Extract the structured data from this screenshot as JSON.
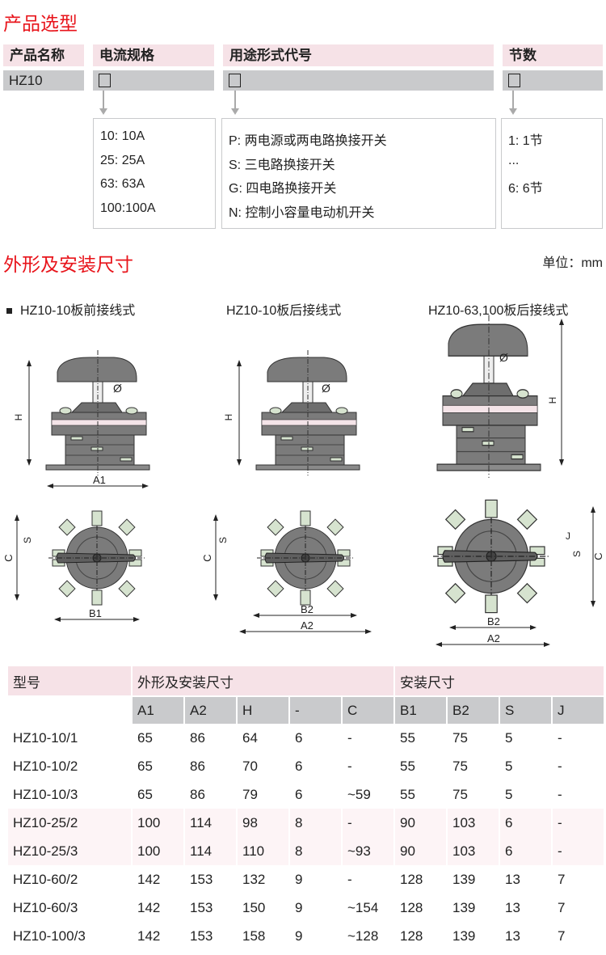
{
  "selection": {
    "title": "产品选型",
    "columns": [
      {
        "header": "产品名称",
        "value": "HZ10"
      },
      {
        "header": "电流规格",
        "value": "□",
        "options": [
          "10:  10A",
          "25:  25A",
          "63:  63A",
          "100:100A"
        ]
      },
      {
        "header": "用途形式代号",
        "value": "□",
        "options": [
          "P:  两电源或两电路换接开关",
          "S:  三电路换接开关",
          "G:  四电路换接开关",
          "N:  控制小容量电动机开关"
        ]
      },
      {
        "header": "节数",
        "value": "□",
        "options": [
          "1:  1节",
          "...",
          "6:  6节"
        ]
      }
    ]
  },
  "dimensions": {
    "title": "外形及安装尺寸",
    "unit": "单位：mm",
    "drawings": [
      {
        "caption": "HZ10-10板前接线式",
        "labels": {
          "h": "H",
          "d": "Ø",
          "a": "A1",
          "c": "C",
          "s": "S",
          "b": "B1"
        }
      },
      {
        "caption": "HZ10-10板后接线式",
        "labels": {
          "h": "H",
          "d": "Ø",
          "c": "C",
          "s": "S",
          "b": "B2",
          "a": "A2"
        }
      },
      {
        "caption": "HZ10-63,100板后接线式",
        "labels": {
          "h": "H",
          "d": "Ø",
          "c": "C",
          "j": "J",
          "s": "S",
          "b": "B2",
          "a": "A2"
        }
      }
    ]
  },
  "table": {
    "model_header": "型号",
    "group1": "外形及安装尺寸",
    "group2": "安装尺寸",
    "columns": [
      "A1",
      "A2",
      "H",
      "-",
      "C",
      "B1",
      "B2",
      "S",
      "J"
    ],
    "rows": [
      [
        "HZ10-10/1",
        "65",
        "86",
        "64",
        "6",
        "-",
        "55",
        "75",
        "5",
        "-"
      ],
      [
        "HZ10-10/2",
        "65",
        "86",
        "70",
        "6",
        "-",
        "55",
        "75",
        "5",
        "-"
      ],
      [
        "HZ10-10/3",
        "65",
        "86",
        "79",
        "6",
        "~59",
        "55",
        "75",
        "5",
        "-"
      ],
      [
        "HZ10-25/2",
        "100",
        "114",
        "98",
        "8",
        "-",
        "90",
        "103",
        "6",
        "-"
      ],
      [
        "HZ10-25/3",
        "100",
        "114",
        "110",
        "8",
        "~93",
        "90",
        "103",
        "6",
        "-"
      ],
      [
        "HZ10-60/2",
        "142",
        "153",
        "132",
        "9",
        "-",
        "128",
        "139",
        "13",
        "7"
      ],
      [
        "HZ10-60/3",
        "142",
        "153",
        "150",
        "9",
        "~154",
        "128",
        "139",
        "13",
        "7"
      ],
      [
        "HZ10-100/3",
        "142",
        "153",
        "158",
        "9",
        "~128",
        "128",
        "139",
        "13",
        "7"
      ]
    ]
  },
  "colors": {
    "accent": "#e8141b",
    "header_pink": "#f6e2e7",
    "header_gray": "#c9cacc"
  }
}
